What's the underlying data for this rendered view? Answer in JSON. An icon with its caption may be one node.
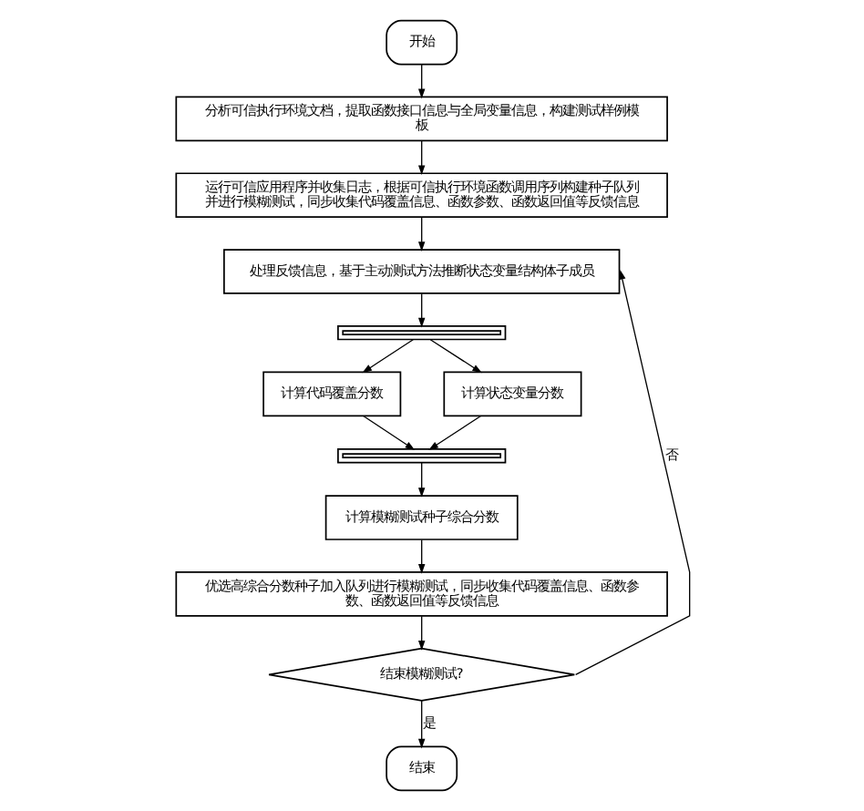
{
  "diagram": {
    "nodes": [
      {
        "text": [
          "开始"
        ]
      },
      {
        "text": [
          "分析可信执行环境文档，提取函数接口信息与全局变量信息，构建测试样例模板"
        ]
      },
      {
        "text": [
          "运行可信应用程序并收集日志，根据可信执行环境函数调用序列构建种子队列并进行模糊测试，同步收集代码覆盖信息、函数参数、函数返回值等反馈信息"
        ]
      },
      {
        "text": [
          "处理反馈信息，基于主动测试方法推断状态变量结构体子成员"
        ]
      },
      {
        "text": [],
        "shape": "bar"
      },
      {
        "text": [
          "计算代码覆盖分数"
        ]
      },
      {
        "text": [
          "计算状态变量分数"
        ]
      },
      {
        "text": [],
        "shape": "bar"
      },
      {
        "text": [
          "计算模糊测试种子综合分数"
        ]
      },
      {
        "text": [
          "优选高综合分数种子加入队列进行模糊测试，同步收集代码覆盖信息、函数参数、函数返回值等反馈信息"
        ]
      },
      {
        "text": [
          "结束模糊测试?"
        ]
      },
      {
        "text": [
          "结束"
        ]
      }
    ],
    "edges": [
      {
        "from": 0,
        "to": 1,
        "arrow": "to"
      },
      {
        "from": 1,
        "to": 2,
        "arrow": "to"
      },
      {
        "from": 2,
        "to": 3,
        "arrow": "to"
      },
      {
        "from": 3,
        "to": 4,
        "arrow": "to"
      },
      {
        "from": 4,
        "to": 5,
        "arrow": "to"
      },
      {
        "from": 4,
        "to": 6,
        "arrow": "to"
      },
      {
        "from": 5,
        "to": 7,
        "arrow": "to"
      },
      {
        "from": 6,
        "to": 7,
        "arrow": "to"
      },
      {
        "from": 7,
        "to": 8,
        "arrow": "to"
      },
      {
        "from": 8,
        "to": 9,
        "arrow": "to"
      },
      {
        "from": 9,
        "to": 10,
        "arrow": "to"
      },
      {
        "from": 10,
        "to": 11,
        "label": "是",
        "arrow": "to"
      },
      {
        "from": 10,
        "to": 3,
        "label": "否",
        "arrow": "to"
      }
    ]
  }
}
